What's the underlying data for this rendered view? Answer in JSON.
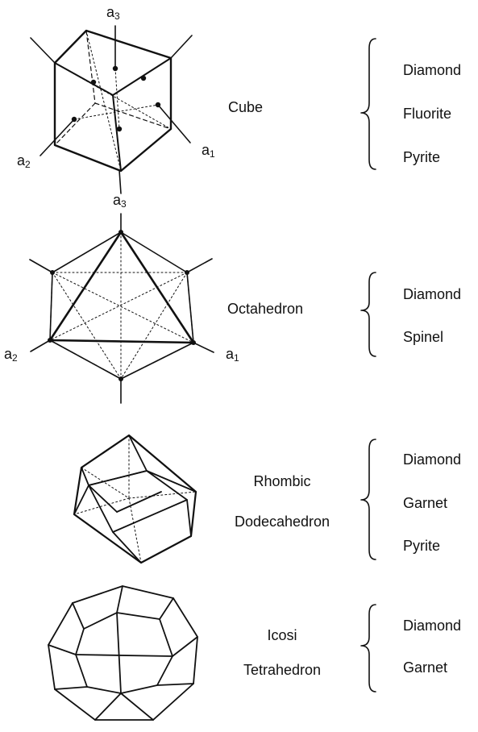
{
  "colors": {
    "ink": "#111111",
    "paper": "#ffffff"
  },
  "figure": {
    "rows": [
      {
        "shape": "Cube",
        "shape_lines": [
          "Cube"
        ],
        "axes": {
          "a3": {
            "base": "a",
            "sub": "3"
          },
          "a2": {
            "base": "a",
            "sub": "2"
          },
          "a1": {
            "base": "a",
            "sub": "1"
          }
        },
        "minerals": [
          "Diamond",
          "Fluorite",
          "Pyrite"
        ]
      },
      {
        "shape": "Octahedron",
        "shape_lines": [
          "Octahedron"
        ],
        "axes": {
          "a3": {
            "base": "a",
            "sub": "3"
          },
          "a2": {
            "base": "a",
            "sub": "2"
          },
          "a1": {
            "base": "a",
            "sub": "1"
          }
        },
        "minerals": [
          "Diamond",
          "Spinel"
        ]
      },
      {
        "shape": "Rhombic Dodecahedron",
        "shape_lines": [
          "Rhombic",
          "Dodecahedron"
        ],
        "minerals": [
          "Diamond",
          "Garnet",
          "Pyrite"
        ]
      },
      {
        "shape": "Icosi Tetrahedron",
        "shape_lines": [
          "Icosi",
          "Tetrahedron"
        ],
        "minerals": [
          "Diamond",
          "Garnet"
        ]
      }
    ]
  }
}
